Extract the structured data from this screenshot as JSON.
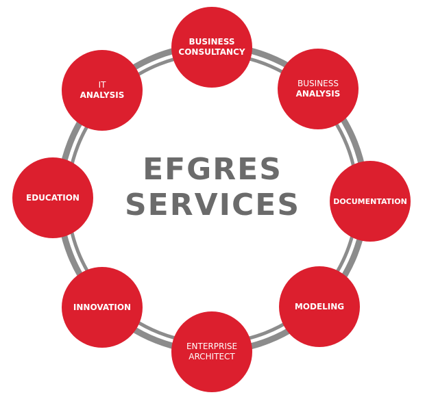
{
  "center": {
    "line1": "EFGRES",
    "line2": "SERVICES"
  },
  "colors": {
    "node_fill": "#dc1f2e",
    "ring": "#8c8c8c",
    "center_text": "#6b6b6b"
  },
  "nodes": {
    "business_consultancy": {
      "line1": "BUSINESS",
      "line2": "CONSULTANCY"
    },
    "business_analysis": {
      "line1": "BUSINESS",
      "line2": "ANALYSIS"
    },
    "documentation": {
      "line1": "DOCUMENTATION"
    },
    "modeling": {
      "line1": "MODELING"
    },
    "enterprise_architect": {
      "line1": "ENTERPRISE",
      "line2": "ARCHITECT"
    },
    "innovation": {
      "line1": "INNOVATION"
    },
    "education": {
      "line1": "EDUCATION"
    },
    "it_analysis": {
      "line1": "IT",
      "line2": "ANALYSIS"
    }
  }
}
